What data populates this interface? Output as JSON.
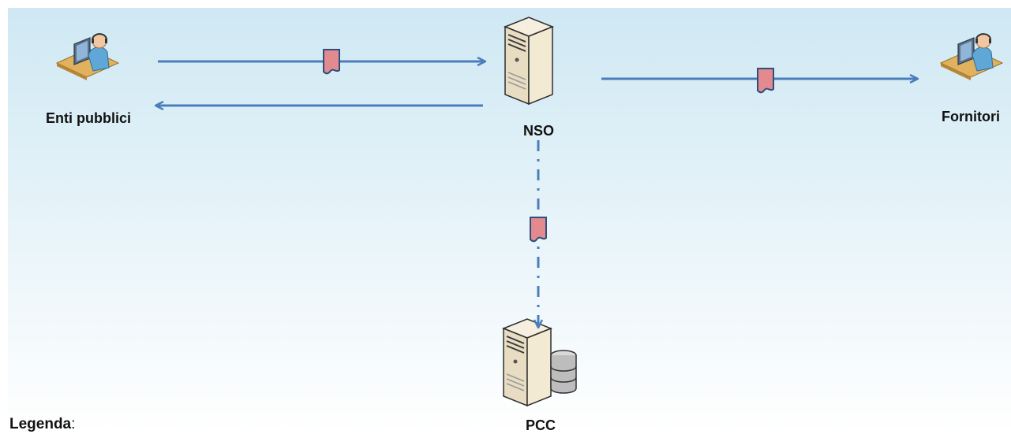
{
  "nodes": {
    "enti": {
      "label": "Enti pubblici",
      "icon": "user-workstation-icon"
    },
    "nso": {
      "label": "NSO",
      "icon": "server-icon"
    },
    "fornitori": {
      "label": "Fornitori",
      "icon": "user-workstation-icon"
    },
    "pcc": {
      "label": "PCC",
      "icon": "database-server-icon"
    }
  },
  "legend": {
    "title": "Legenda",
    "suffix": ":"
  },
  "colors": {
    "arrow": "#4a7ebb",
    "document_fill": "#e28a8f",
    "document_stroke": "#2f4e7a",
    "bg_top": "#cfe8f3",
    "bg_bottom": "#ffffff"
  }
}
